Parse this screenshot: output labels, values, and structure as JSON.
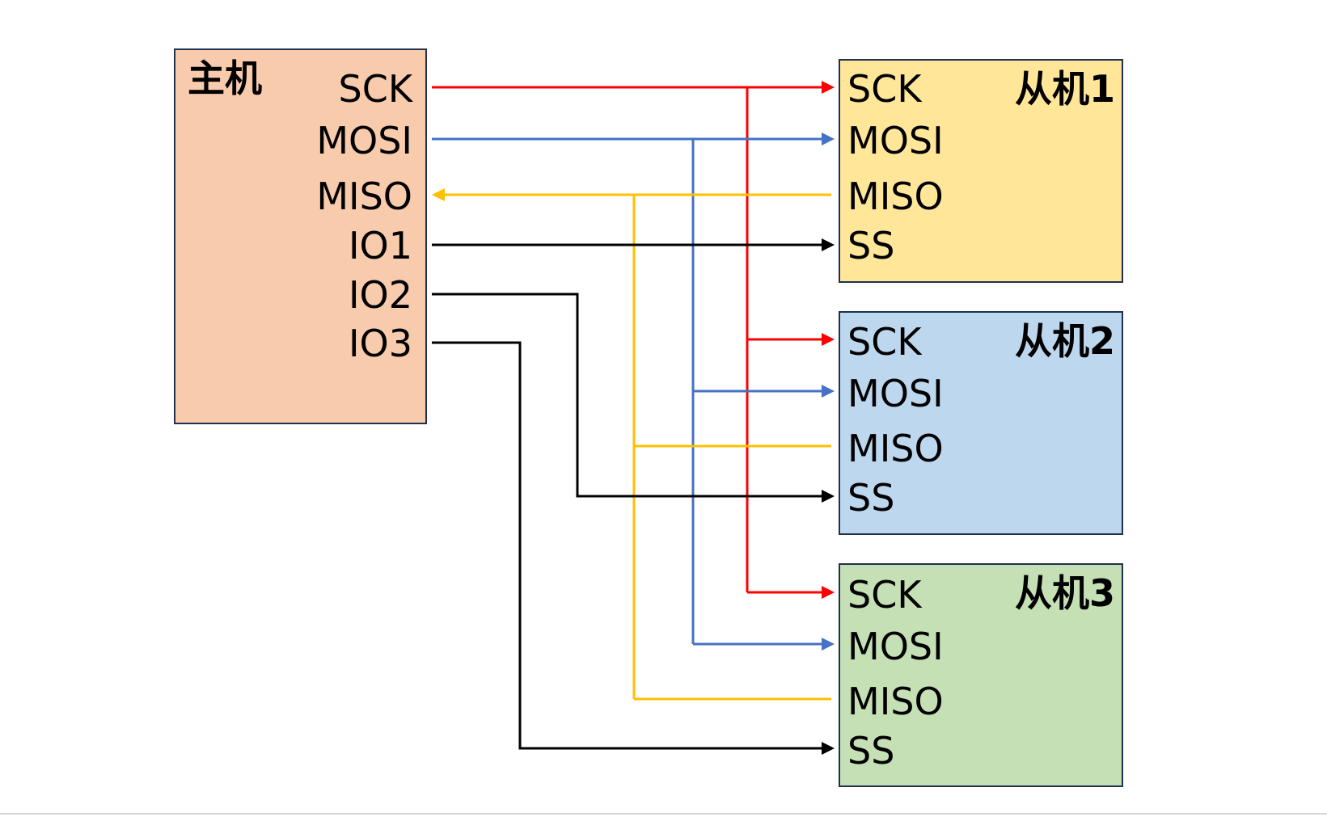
{
  "master": {
    "title": "主机",
    "fill": "#F8CBAD",
    "pins": [
      "SCK",
      "MOSI",
      "MISO",
      "IO1",
      "IO2",
      "IO3"
    ]
  },
  "slaves": [
    {
      "title": "从机1",
      "fill": "#FFE699",
      "pins": [
        "SCK",
        "MOSI",
        "MISO",
        "SS"
      ]
    },
    {
      "title": "从机2",
      "fill": "#BDD7EE",
      "pins": [
        "SCK",
        "MOSI",
        "MISO",
        "SS"
      ]
    },
    {
      "title": "从机3",
      "fill": "#C5E0B4",
      "pins": [
        "SCK",
        "MOSI",
        "MISO",
        "SS"
      ]
    }
  ],
  "colors": {
    "sck": "#FF0000",
    "mosi": "#4472C4",
    "miso": "#FFC000",
    "select": "#000000",
    "border": "#1F3050"
  }
}
